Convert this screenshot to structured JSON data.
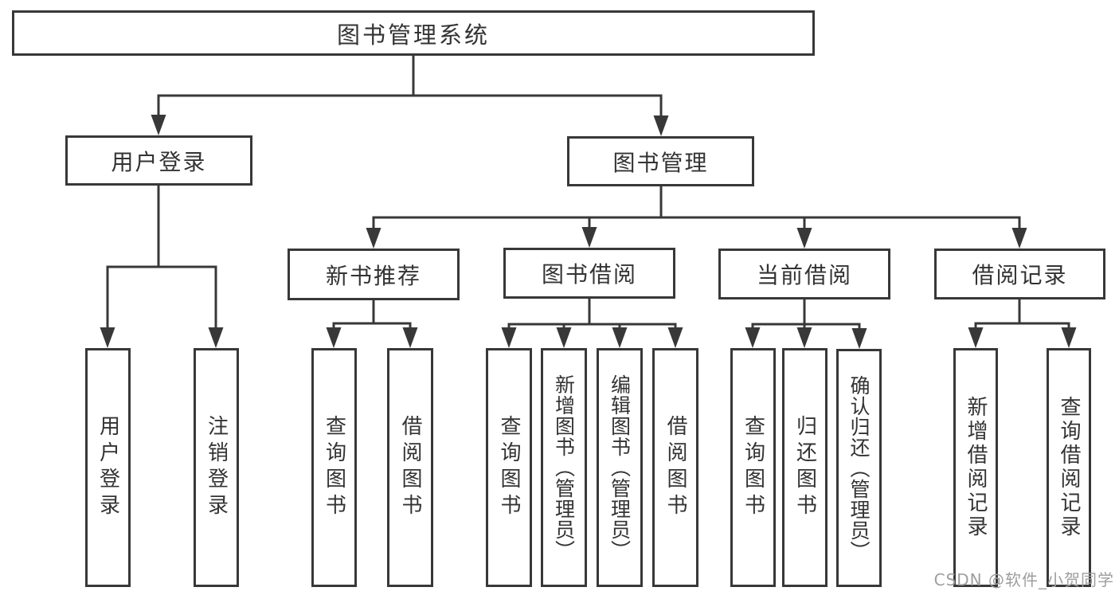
{
  "colors": {
    "line": "#383838",
    "box_border": "#383838",
    "text": "#333333",
    "background": "#ffffff",
    "watermark": "#9e9e9e"
  },
  "tree": {
    "label": "图书管理系统",
    "children": [
      {
        "label": "用户登录",
        "children": [
          {
            "label": "用户登录"
          },
          {
            "label": "注销登录"
          }
        ]
      },
      {
        "label": "图书管理",
        "children": [
          {
            "label": "新书推荐",
            "children": [
              {
                "label": "查询图书"
              },
              {
                "label": "借阅图书"
              }
            ]
          },
          {
            "label": "图书借阅",
            "children": [
              {
                "label": "查询图书"
              },
              {
                "label": "新增图书（管理员）"
              },
              {
                "label": "编辑图书（管理员）"
              },
              {
                "label": "借阅图书"
              }
            ]
          },
          {
            "label": "当前借阅",
            "children": [
              {
                "label": "查询图书"
              },
              {
                "label": "归还图书"
              },
              {
                "label": "确认归还（管理员）"
              }
            ]
          },
          {
            "label": "借阅记录",
            "children": [
              {
                "label": "新增借阅记录"
              },
              {
                "label": "查询借阅记录"
              }
            ]
          }
        ]
      }
    ]
  },
  "watermark": {
    "text": "CSDN @软件_小贺同学"
  }
}
